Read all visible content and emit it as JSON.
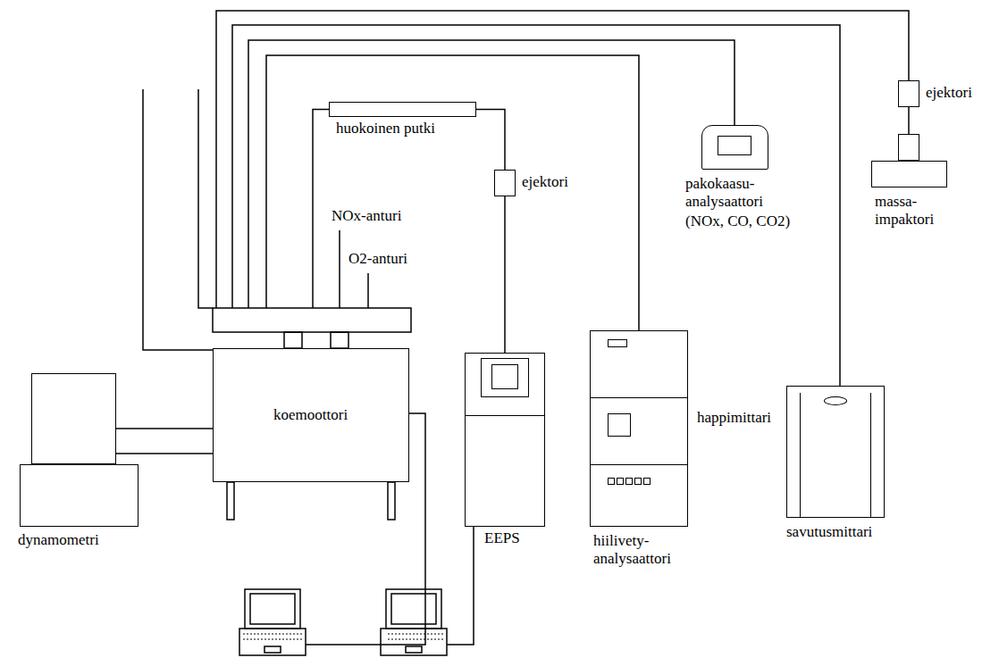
{
  "diagram": {
    "nodes": [
      {
        "text": [
          "huokoinen putki"
        ]
      },
      {
        "text": [
          "ejektori"
        ]
      },
      {
        "text": [
          "pakokaasu- analysaattori",
          "(NOx, CO, CO2)"
        ]
      },
      {
        "text": [
          "ejektori"
        ]
      },
      {
        "text": [
          "massa- impaktori"
        ]
      },
      {
        "text": [
          "koemoottori"
        ]
      },
      {
        "text": [
          "dynamometri"
        ]
      },
      {
        "text": [
          "EEPS"
        ]
      },
      {
        "text": [
          "happimittari",
          "hiilivety- analysaattori"
        ]
      },
      {
        "text": [
          "savutusmittari"
        ]
      }
    ],
    "edges": [
      {
        "from": 0,
        "to": 1,
        "arrow": "none"
      },
      {
        "from": 1,
        "to": 7,
        "arrow": "none"
      },
      {
        "from": 3,
        "to": 4,
        "arrow": "none"
      },
      {
        "from": 6,
        "to": 5,
        "arrow": "none"
      }
    ],
    "labels": [
      "NOx-anturi",
      "O2-anturi"
    ]
  }
}
